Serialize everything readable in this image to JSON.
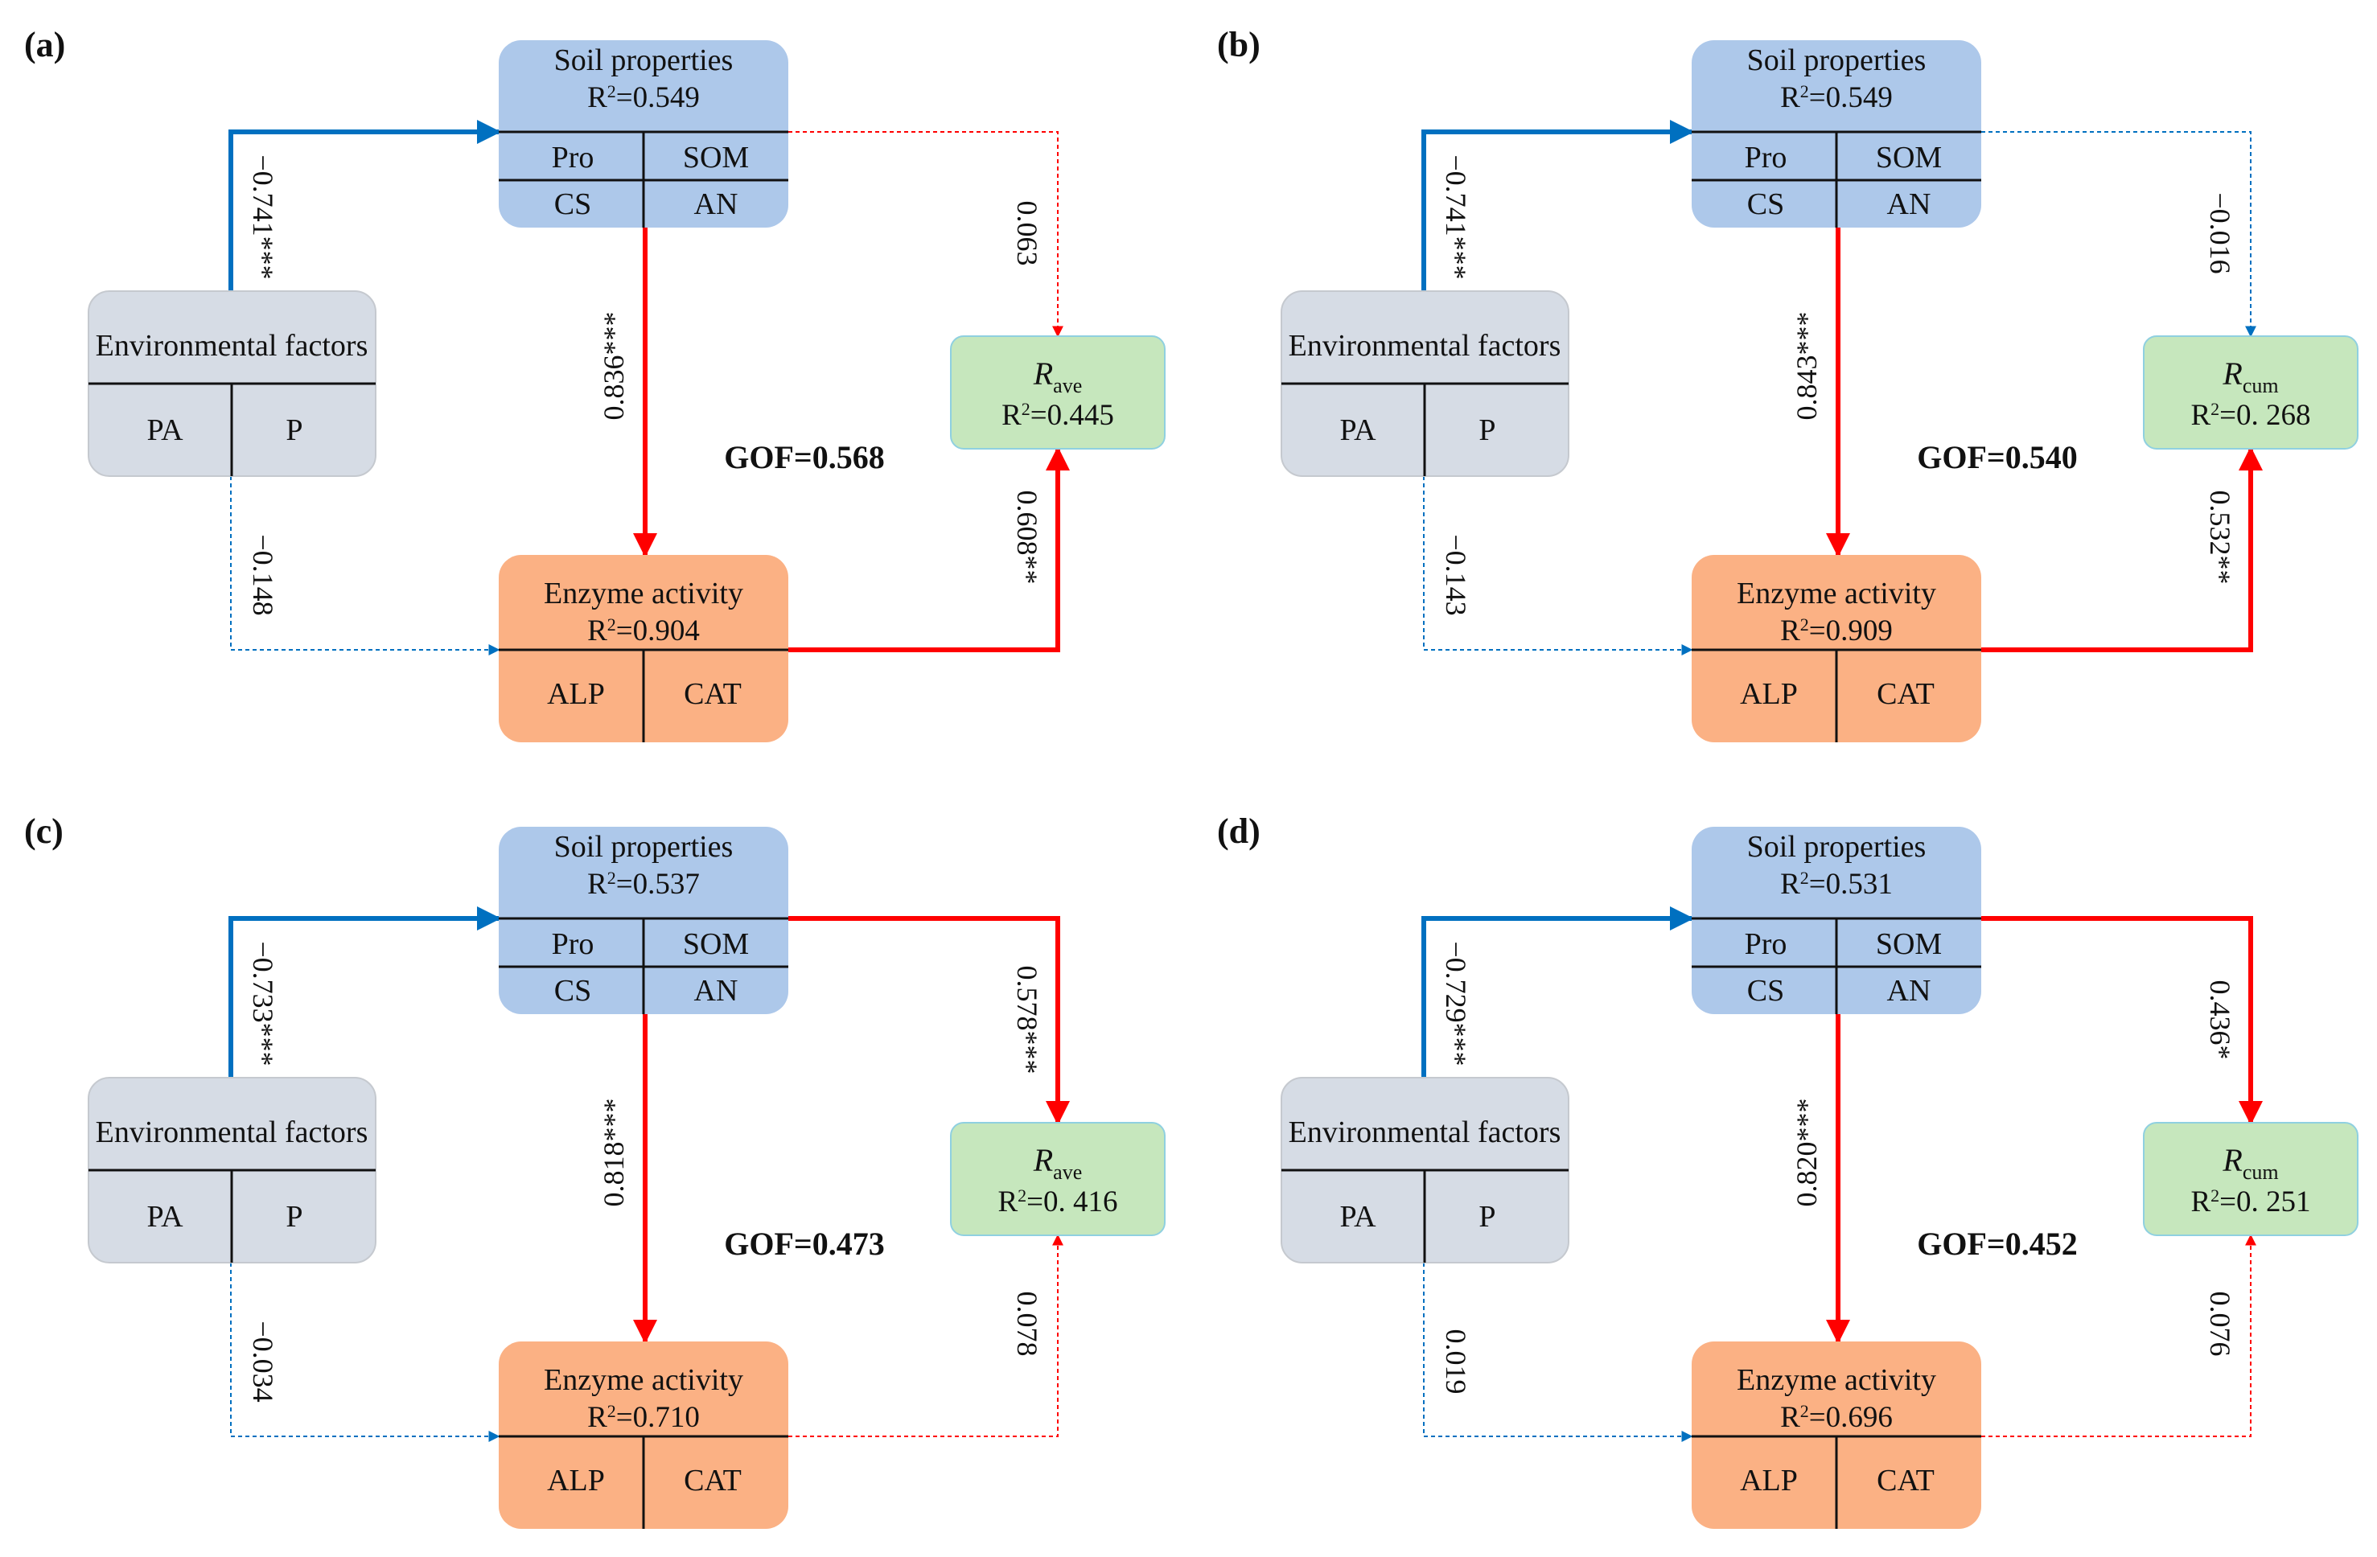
{
  "colors": {
    "positive": "#ff0000",
    "negative": "#0070c0",
    "soil_fill": "#adc8ea",
    "enzyme_fill": "#fbb184",
    "env_fill": "#d6dce5",
    "response_fill": "#c6e7bd",
    "divider": "#111111"
  },
  "panels": [
    {
      "label": "(a)",
      "gof": "GOF=0.568",
      "soil": {
        "title": "Soil properties",
        "r2_prefix": "R",
        "r2_sup": "2",
        "r2_value": "=0.549",
        "cells": [
          "Pro",
          "SOM",
          "CS",
          "AN"
        ]
      },
      "env": {
        "title": "Environmental factors",
        "cells": [
          "PA",
          "P"
        ]
      },
      "enzyme": {
        "title": "Enzyme activity",
        "r2_prefix": "R",
        "r2_sup": "2",
        "r2_value": "=0.904",
        "cells": [
          "ALP",
          "CAT"
        ]
      },
      "response": {
        "symbol": "R",
        "subscript": "ave",
        "r2_prefix": "R",
        "r2_sup": "2",
        "r2_value": "=0.445"
      },
      "paths": {
        "env_soil": {
          "coef": "−0.741***",
          "sign": "negative",
          "significant": true
        },
        "env_enzyme": {
          "coef": "−0.148",
          "sign": "negative",
          "significant": false
        },
        "soil_enzyme": {
          "coef": "0.836***",
          "sign": "positive",
          "significant": true
        },
        "soil_resp": {
          "coef": "0.063",
          "sign": "positive",
          "significant": false
        },
        "enzyme_resp": {
          "coef": "0.608**",
          "sign": "positive",
          "significant": true
        }
      }
    },
    {
      "label": "(b)",
      "gof": "GOF=0.540",
      "soil": {
        "title": "Soil properties",
        "r2_prefix": "R",
        "r2_sup": "2",
        "r2_value": "=0.549",
        "cells": [
          "Pro",
          "SOM",
          "CS",
          "AN"
        ]
      },
      "env": {
        "title": "Environmental factors",
        "cells": [
          "PA",
          "P"
        ]
      },
      "enzyme": {
        "title": "Enzyme activity",
        "r2_prefix": "R",
        "r2_sup": "2",
        "r2_value": "=0.909",
        "cells": [
          "ALP",
          "CAT"
        ]
      },
      "response": {
        "symbol": "R",
        "subscript": "cum",
        "r2_prefix": "R",
        "r2_sup": "2",
        "r2_value": "=0. 268"
      },
      "paths": {
        "env_soil": {
          "coef": "−0.741***",
          "sign": "negative",
          "significant": true
        },
        "env_enzyme": {
          "coef": "−0.143",
          "sign": "negative",
          "significant": false
        },
        "soil_enzyme": {
          "coef": "0.843***",
          "sign": "positive",
          "significant": true
        },
        "soil_resp": {
          "coef": "−0.016",
          "sign": "negative",
          "significant": false
        },
        "enzyme_resp": {
          "coef": "0.532**",
          "sign": "positive",
          "significant": true
        }
      }
    },
    {
      "label": "(c)",
      "gof": "GOF=0.473",
      "soil": {
        "title": "Soil properties",
        "r2_prefix": "R",
        "r2_sup": "2",
        "r2_value": "=0.537",
        "cells": [
          "Pro",
          "SOM",
          "CS",
          "AN"
        ]
      },
      "env": {
        "title": "Environmental factors",
        "cells": [
          "PA",
          "P"
        ]
      },
      "enzyme": {
        "title": "Enzyme activity",
        "r2_prefix": "R",
        "r2_sup": "2",
        "r2_value": "=0.710",
        "cells": [
          "ALP",
          "CAT"
        ]
      },
      "response": {
        "symbol": "R",
        "subscript": "ave",
        "r2_prefix": "R",
        "r2_sup": "2",
        "r2_value": "=0. 416"
      },
      "paths": {
        "env_soil": {
          "coef": "−0.733***",
          "sign": "negative",
          "significant": true
        },
        "env_enzyme": {
          "coef": "−0.034",
          "sign": "negative",
          "significant": false
        },
        "soil_enzyme": {
          "coef": "0.818***",
          "sign": "positive",
          "significant": true
        },
        "soil_resp": {
          "coef": "0.578***",
          "sign": "positive",
          "significant": true
        },
        "enzyme_resp": {
          "coef": "0.078",
          "sign": "positive",
          "significant": false
        }
      }
    },
    {
      "label": "(d)",
      "gof": "GOF=0.452",
      "soil": {
        "title": "Soil properties",
        "r2_prefix": "R",
        "r2_sup": "2",
        "r2_value": "=0.531",
        "cells": [
          "Pro",
          "SOM",
          "CS",
          "AN"
        ]
      },
      "env": {
        "title": "Environmental factors",
        "cells": [
          "PA",
          "P"
        ]
      },
      "enzyme": {
        "title": "Enzyme activity",
        "r2_prefix": "R",
        "r2_sup": "2",
        "r2_value": "=0.696",
        "cells": [
          "ALP",
          "CAT"
        ]
      },
      "response": {
        "symbol": "R",
        "subscript": "cum",
        "r2_prefix": "R",
        "r2_sup": "2",
        "r2_value": "=0. 251"
      },
      "paths": {
        "env_soil": {
          "coef": "−0.729***",
          "sign": "negative",
          "significant": true
        },
        "env_enzyme": {
          "coef": "0.019",
          "sign": "negative",
          "significant": false
        },
        "soil_enzyme": {
          "coef": "0.820***",
          "sign": "positive",
          "significant": true
        },
        "soil_resp": {
          "coef": "0.436*",
          "sign": "positive",
          "significant": true
        },
        "enzyme_resp": {
          "coef": "0.076",
          "sign": "positive",
          "significant": false
        }
      }
    }
  ]
}
